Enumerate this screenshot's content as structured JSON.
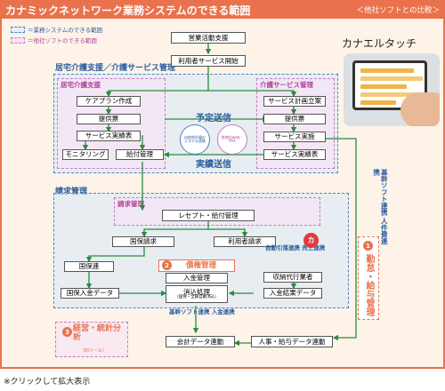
{
  "header": {
    "title": "カナミックネットワーク業務システムのできる範囲",
    "compare": "＜他社ソフトとの比較＞"
  },
  "legend": {
    "ours": "＝業務システムのできる範囲",
    "others": "＝他社ソフトのできる範囲"
  },
  "brand": "カナエルタッチ",
  "top": {
    "sales": "営業活動支援",
    "user_start": "利用者サービス開始"
  },
  "care_mgmt": {
    "title": "居宅介護支援／介護サービス管理",
    "left_label": "居宅介護支援",
    "right_label": "介護サービス管理",
    "care_plan": "ケアプラン作成",
    "provide_slip": "提供票",
    "service_table": "サービス実績表",
    "monitoring": "モニタリング",
    "benefit_mgmt": "給付管理",
    "service_plan": "サービス計画立案",
    "provide_slip2": "提供票",
    "service_exec": "サービス実施",
    "service_table2": "サービス実績表",
    "send_schedule": "予定送信",
    "send_actual": "実績送信",
    "circle_left": "自他他社間の システム連携",
    "circle_right": "他他社Ｗeb・ FAX"
  },
  "billing": {
    "title": "請求管理",
    "region_label": "請求管理",
    "receipt": "レセプト・給付管理",
    "national_claim": "国保請求",
    "user_claim": "利用者請求",
    "national_insurance": "国保連",
    "debt_mgmt": "債権管理",
    "debt_num": "2",
    "payment_mgmt": "入金管理",
    "clearing": "消込処理",
    "clearing_sub": "（国保・全銀自動消込）",
    "national_payment": "国保入金データ",
    "collection_agent": "収納代行業者",
    "payment_result": "入金結果データ",
    "auto_sales": "自動引落連携 売上連携",
    "stamp": "カ",
    "core_link": "基幹ソフト連携 入金連携",
    "accounting": "会計データ連動",
    "hr_payroll": "人事・給与データ連動"
  },
  "analysis": {
    "num": "3",
    "title": "経営・統計分析",
    "sub": "（BIツール）"
  },
  "attendance": {
    "num": "1",
    "label": "勤怠・給与管理",
    "link": "基幹ソフト連携 人件費連携"
  },
  "footer": "※クリックして拡大表示",
  "colors": {
    "accent": "#e9724c",
    "blue": "#2a5d9e",
    "pink": "#c47bc2"
  }
}
